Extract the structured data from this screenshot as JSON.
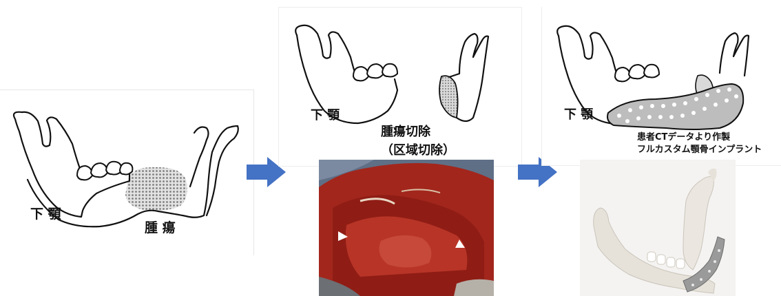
{
  "panel_before": {
    "jaw_label": "下 顎",
    "tumor_label": "腫 瘍"
  },
  "panel_resection": {
    "jaw_label": "下 顎",
    "caption_line1": "腫瘍切除",
    "caption_line2": "（区域切除）"
  },
  "panel_implant": {
    "jaw_label": "下 顎",
    "caption_line1": "患者CTデータより作製",
    "caption_line2": "フルカスタム顎骨インプラント"
  },
  "colors": {
    "arrow": "#4472c4",
    "tissue": "#a2261c",
    "outline": "#111111",
    "implant_fill": "#bdbdbd",
    "tumor_dots": "#8a8a8a"
  },
  "icons": [
    "right-arrow-icon",
    "right-arrow-icon",
    "triangle-marker-icon",
    "triangle-marker-icon"
  ]
}
